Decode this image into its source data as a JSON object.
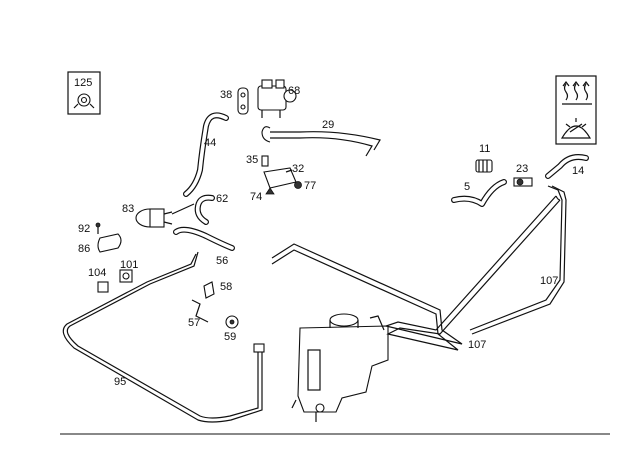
{
  "labels": {
    "p125": "125",
    "p38": "38",
    "p68": "68",
    "p44": "44",
    "p29": "29",
    "p35": "35",
    "p32": "32",
    "p77": "77",
    "p74": "74",
    "p62": "62",
    "p83": "83",
    "p92": "92",
    "p86": "86",
    "p56": "56",
    "p104": "104",
    "p101": "101",
    "p58": "58",
    "p57": "57",
    "p59": "59",
    "p95": "95",
    "p11": "11",
    "p23": "23",
    "p14": "14",
    "p5": "5",
    "p107a": "107",
    "p107b": "107"
  }
}
